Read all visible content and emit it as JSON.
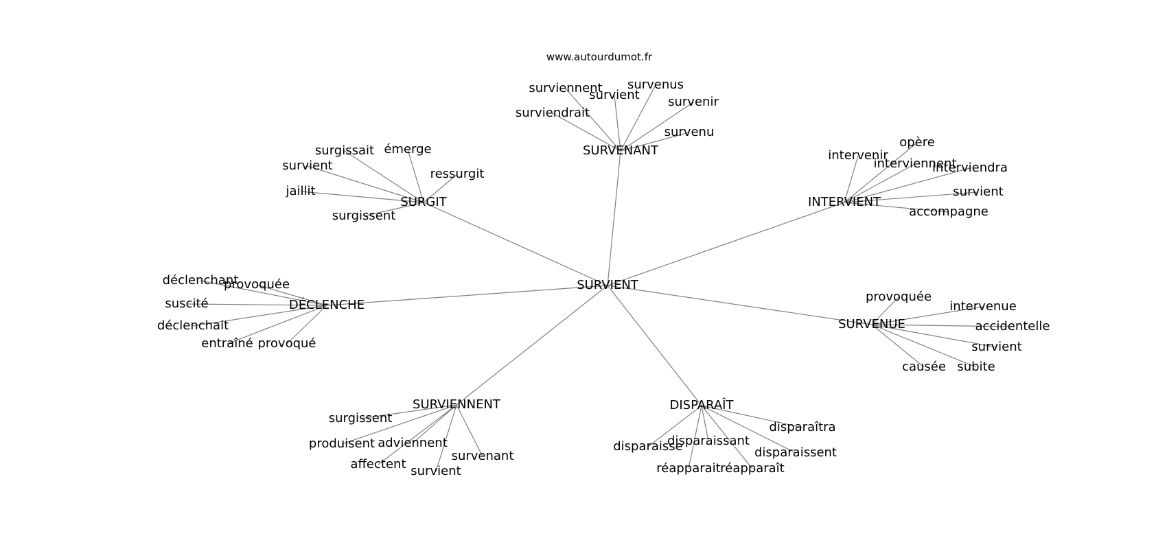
{
  "source": "www.autourdumot.fr",
  "center": "SURVIENT",
  "clusters": [
    {
      "label": "SURVENANT",
      "words": [
        "surviennent",
        "survient",
        "survenus",
        "survenir",
        "surviendrait",
        "survenu"
      ]
    },
    {
      "label": "SURGIT",
      "words": [
        "surgissait",
        "émerge",
        "survient",
        "ressurgit",
        "jaillit",
        "surgissent"
      ]
    },
    {
      "label": "INTERVIENT",
      "words": [
        "opère",
        "intervenir",
        "interviennent",
        "interviendra",
        "survient",
        "accompagne"
      ]
    },
    {
      "label": "DÉCLENCHE",
      "words": [
        "déclenchant",
        "provoquée",
        "suscité",
        "déclenchait",
        "entraîné",
        "provoqué"
      ]
    },
    {
      "label": "SURVENUE",
      "words": [
        "provoquée",
        "intervenue",
        "accidentelle",
        "survient",
        "causée",
        "subite"
      ]
    },
    {
      "label": "SURVIENNENT",
      "words": [
        "surgissent",
        "produisent",
        "adviennent",
        "affectent",
        "survient",
        "survenant"
      ]
    },
    {
      "label": "DISPARAÎT",
      "words": [
        "disparaîtra",
        "disparaissant",
        "disparaisse",
        "disparaissent",
        "réapparait",
        "réapparaît"
      ]
    }
  ]
}
